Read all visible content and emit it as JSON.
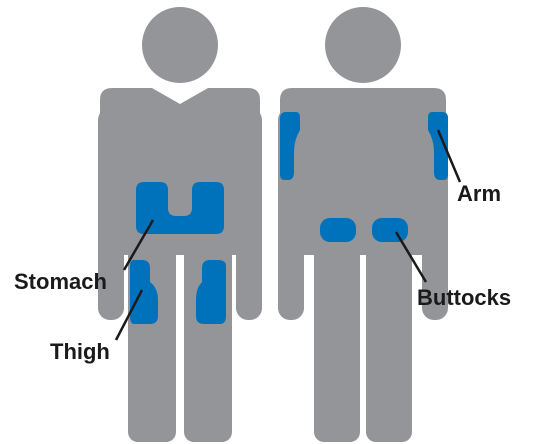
{
  "colors": {
    "silhouette": "#939598",
    "site": "#0072bc",
    "label": "#1a1a1a",
    "background": "#ffffff"
  },
  "figures": [
    {
      "name": "front-view",
      "sites": [
        "stomach",
        "thigh"
      ]
    },
    {
      "name": "back-view",
      "sites": [
        "arm",
        "buttocks"
      ]
    }
  ],
  "labels": {
    "stomach": "Stomach",
    "thigh": "Thigh",
    "arm": "Arm",
    "buttocks": "Buttocks"
  }
}
